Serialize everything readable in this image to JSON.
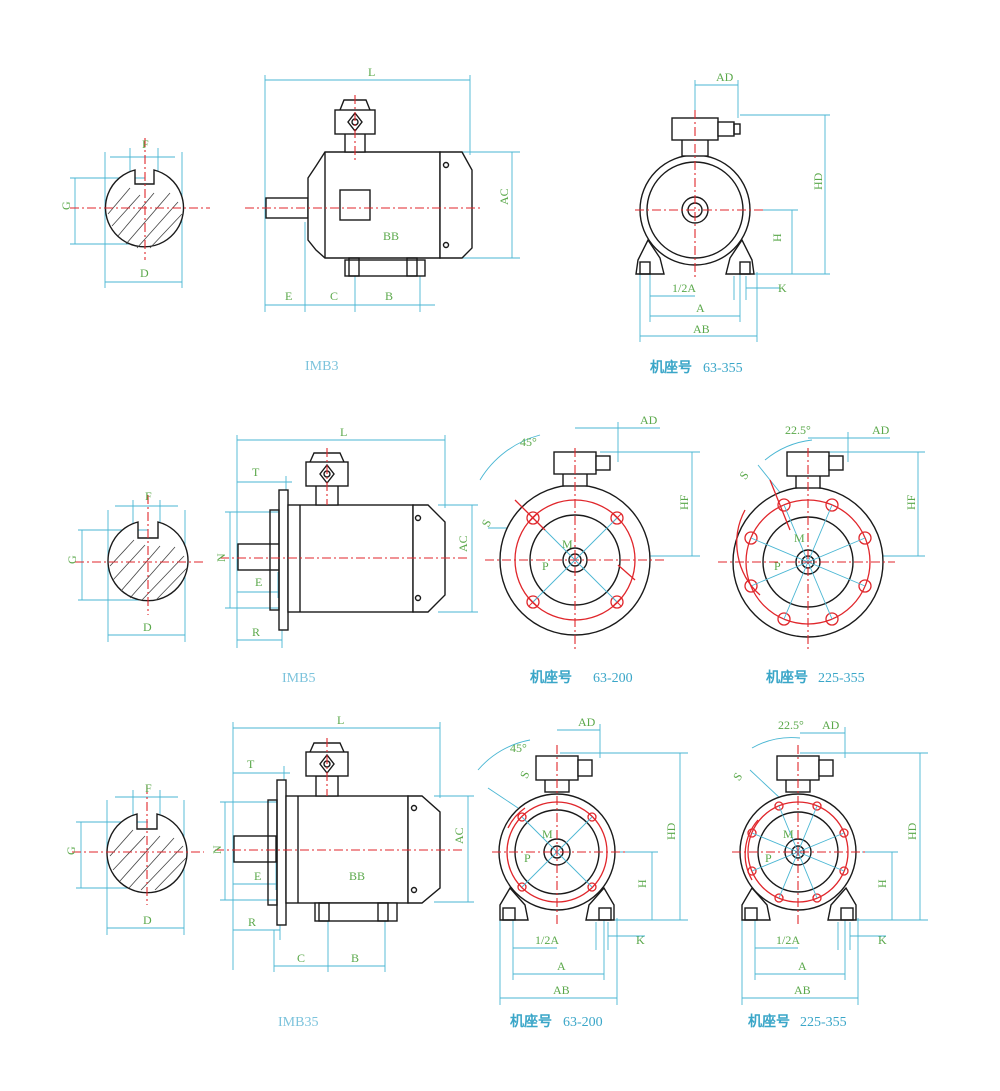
{
  "colors": {
    "line": "#1a1a1a",
    "dimension": "#49b6d3",
    "dim_text": "#5aa84a",
    "center": "#e0262b",
    "caption": "#3aa6c8"
  },
  "labels": {
    "F": "F",
    "G": "G",
    "D": "D",
    "L": "L",
    "AC": "AC",
    "AD": "AD",
    "HD": "HD",
    "HF": "HF",
    "H": "H",
    "K": "K",
    "A": "A",
    "AB": "AB",
    "half_A": "1/2A",
    "BB": "BB",
    "B": "B",
    "C": "C",
    "E": "E",
    "T": "T",
    "N": "N",
    "R": "R",
    "S": "S",
    "M": "M",
    "P": "P",
    "deg45": "45°",
    "deg22": "22.5°"
  },
  "captions": {
    "imb3": "IMB3",
    "imb5": "IMB5",
    "imb35": "IMB35",
    "frame_label": "机座号",
    "range_63_355": "63-355",
    "range_63_200": "63-200",
    "range_225_355": "225-355"
  }
}
